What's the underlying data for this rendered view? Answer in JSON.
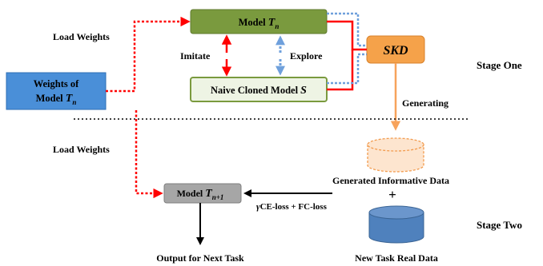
{
  "labels": {
    "load_weights_top": "Load Weights",
    "load_weights_bottom": "Load Weights",
    "imitate": "Imitate",
    "explore": "Explore",
    "generating": "Generating",
    "stage_one": "Stage One",
    "stage_two": "Stage Two",
    "loss": "CE-loss + FC-loss",
    "loss_gamma": "γ",
    "plus": "+"
  },
  "boxes": {
    "model_tn": {
      "text": "Model ",
      "math": "T",
      "sub": "n"
    },
    "naive_clone": {
      "text": "Naive Cloned Model ",
      "math": "S"
    },
    "skd": {
      "text": "SKD"
    },
    "weights": {
      "line1": "Weights of",
      "line2": "Model ",
      "math": "T",
      "sub": "n"
    },
    "model_tn1": {
      "text": "Model ",
      "math": "T",
      "sub": "n+1"
    }
  },
  "data_stores": {
    "generated": "Generated Informative Data",
    "real": "New Task Real Data"
  },
  "output": "Output for Next Task",
  "colors": {
    "model_box": "#7a9a3e",
    "naive_box_fill": "#eef4e4",
    "naive_box_border": "#7a9a3e",
    "skd_fill": "#f5a24a",
    "weights_fill": "#4a8fd8",
    "gray_box": "#a6a6a6",
    "real_cylinder": "#4f81bd",
    "generated_cylinder": "#fde5cf",
    "red_arrow": "#ff0000",
    "blue_dotted": "#6fa0dc",
    "orange_arrow": "#f7a35c"
  }
}
